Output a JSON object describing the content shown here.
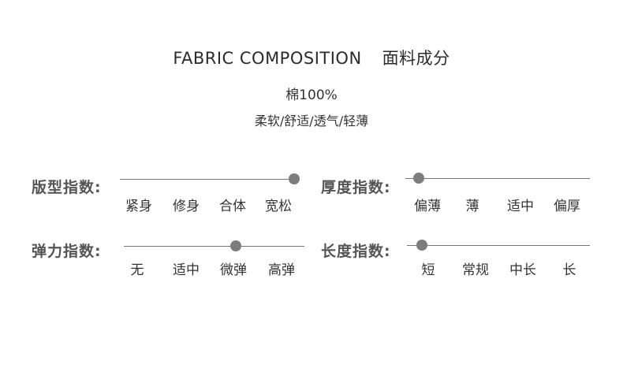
{
  "header": {
    "title_en": "FABRIC COMPOSITION",
    "title_cn": "面料成分"
  },
  "material": "棉100%",
  "features": "柔软/舒适/透气/轻薄",
  "indices": {
    "fit": {
      "label": "版型指数:",
      "options": [
        "紧身",
        "修身",
        "合体",
        "宽松"
      ],
      "level": 0.98
    },
    "thickness": {
      "label": "厚度指数:",
      "options": [
        "偏薄",
        "薄",
        "适中",
        "偏厚"
      ],
      "level": 0.0
    },
    "elasticity": {
      "label": "弹力指数:",
      "options": [
        "无",
        "适中",
        "微弹",
        "高弹"
      ],
      "level": 0.62
    },
    "length": {
      "label": "长度指数:",
      "options": [
        "短",
        "常规",
        "中长",
        "长"
      ],
      "level": 0.0
    }
  },
  "colors": {
    "knob": "#7d7d7d",
    "track": "#777777",
    "label": "#555555"
  }
}
